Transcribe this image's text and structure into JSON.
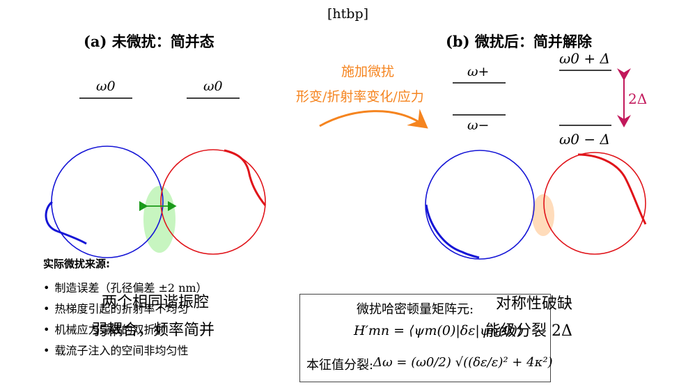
{
  "header": {
    "placement": "[htbp]"
  },
  "panel_a": {
    "title": "(a) 未微扰：简并态",
    "level_left": "ω0",
    "level_right": "ω0",
    "caption_line1": "两个相同谐振腔",
    "caption_line2": "弱耦合，频率简并"
  },
  "arrow": {
    "label_line1": "施加微扰",
    "label_line2": "形变/折射率变化/应力",
    "color": "#f5841f"
  },
  "panel_b": {
    "title": "(b) 微扰后：简并解除",
    "level_plus": "ω+",
    "level_minus": "ω−",
    "level_upper": "ω0 + Δ",
    "level_lower": "ω0 − Δ",
    "splitting_label": "2Δ",
    "splitting_color": "#c2185b",
    "caption_line1": "对称性破缺",
    "caption_line2": "能级分裂 2Δ"
  },
  "sources": {
    "title": "实际微扰来源:",
    "items": [
      "制造误差（孔径偏差 ±2 nm）",
      "热梯度引起的折射率不均匀",
      "机械应力导致的双折射",
      "载流子注入的空间非均匀性"
    ]
  },
  "formula_box": {
    "title": "微扰哈密顿量矩阵元:",
    "matrix_element": "H′mn = ⟨ψm(0)|δε|ψn(0)⟩",
    "eigen_prefix": "本征值分裂:",
    "eigen_formula": "Δω = (ω0/2) √((δε/ε)² + 4κ²)"
  },
  "colors": {
    "left_cavity": "#1515d6",
    "right_cavity": "#e0141a",
    "coupling": "#a8f0a0",
    "coupling_arrow": "#1a9a1a",
    "gap_b": "#ffd9b3"
  }
}
